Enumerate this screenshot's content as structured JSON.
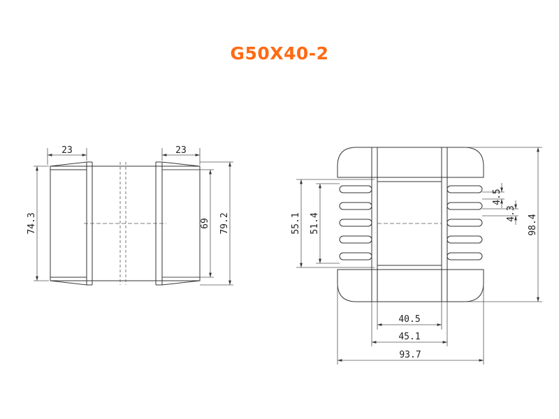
{
  "title": "G50X40-2",
  "colors": {
    "title": "#ff6a13",
    "line": "#333333"
  },
  "side_view": {
    "dim_top_left": "23",
    "dim_top_right": "23",
    "dim_left_height": "74.3",
    "dim_inner_height": "69",
    "dim_outer_height": "79.2"
  },
  "front_view": {
    "dim_outer_slot": "55.1",
    "dim_inner_slot": "51.4",
    "dim_fin_gap": "4.5",
    "dim_fin_thickness": "4.3",
    "dim_total_height": "98.4",
    "dim_core_inner": "40.5",
    "dim_core_outer": "45.1",
    "dim_total_width": "93.7"
  }
}
